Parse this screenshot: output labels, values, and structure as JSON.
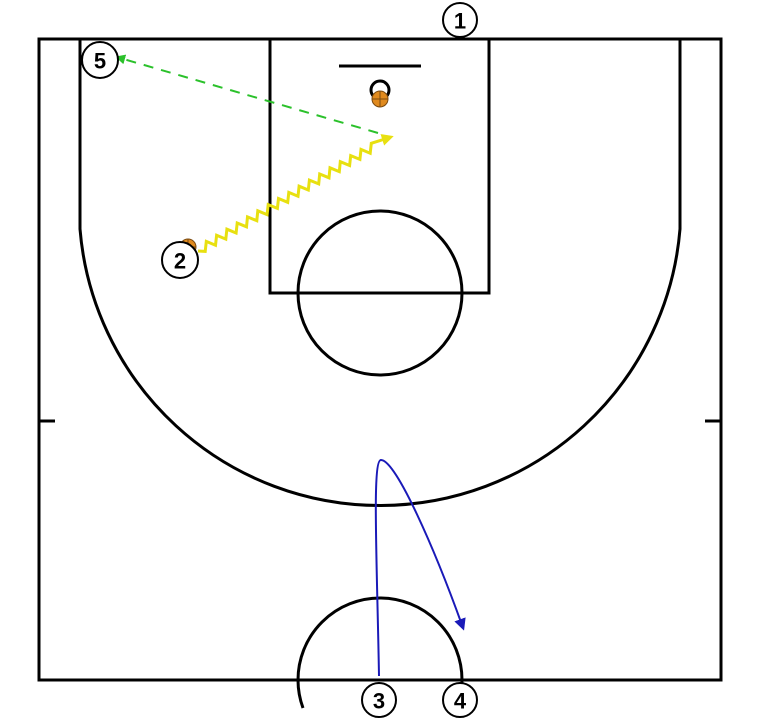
{
  "diagram": {
    "type": "basketball-half-court-play",
    "players": [
      {
        "id": "p1",
        "label": "1"
      },
      {
        "id": "p2",
        "label": "2",
        "has_ball": true
      },
      {
        "id": "p3",
        "label": "3"
      },
      {
        "id": "p4",
        "label": "4"
      },
      {
        "id": "p5",
        "label": "5"
      }
    ],
    "actions": [
      {
        "id": "dribble-2",
        "kind": "dribble",
        "from": "2",
        "to": "basket",
        "color": "#e8e010"
      },
      {
        "id": "pass",
        "kind": "pass",
        "to": "5",
        "color": "#2bc12b"
      },
      {
        "id": "cut-3",
        "kind": "cut",
        "from": "3",
        "color": "#1a1ab8"
      }
    ],
    "colors": {
      "court_lines": "#000000",
      "ball": "#e08a1e",
      "dribble": "#e8e010",
      "pass": "#2bc12b",
      "cut": "#1a1ab8"
    }
  }
}
